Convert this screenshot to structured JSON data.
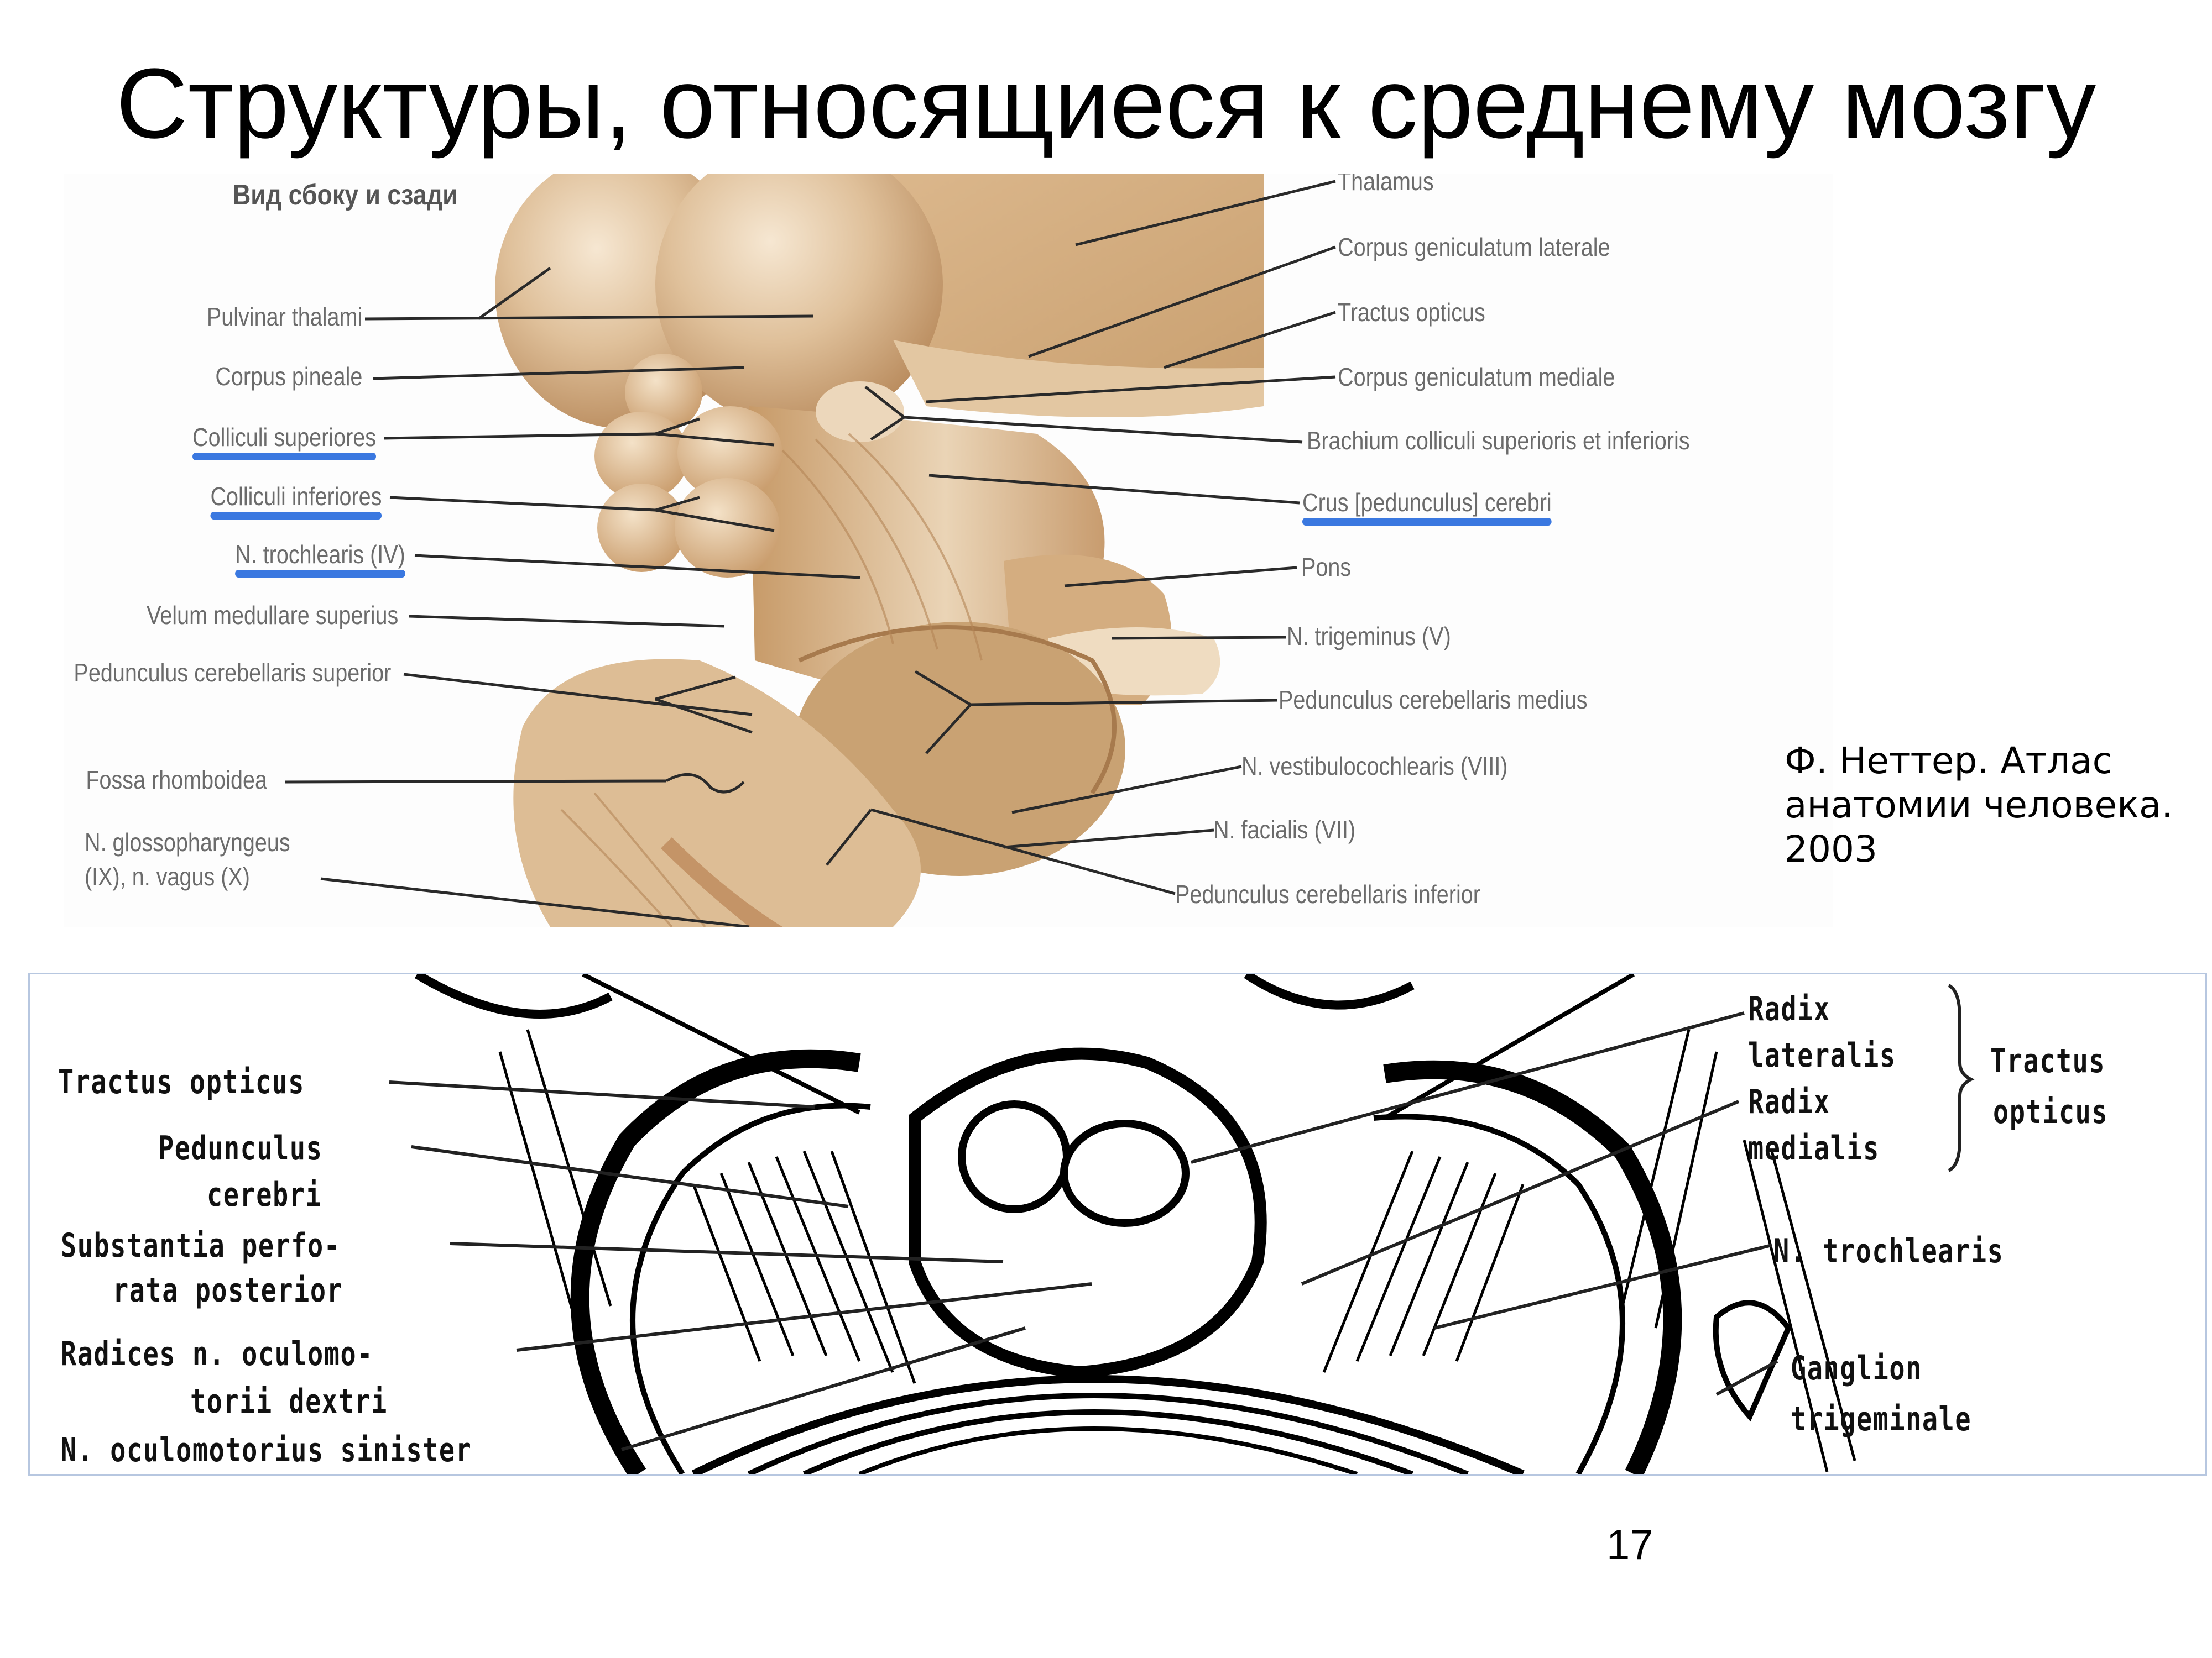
{
  "slide": {
    "title": "Структуры, относящиеся к среднему мозгу",
    "page_number": "17",
    "highlight_color": "#3a78e0"
  },
  "upper_figure": {
    "view_heading": "Вид сбоку и сзади",
    "left_labels": [
      {
        "text": "Pulvinar thalami",
        "highlighted": false
      },
      {
        "text": "Corpus pineale",
        "highlighted": false
      },
      {
        "text": "Colliculi superiores",
        "highlighted": true
      },
      {
        "text": "Colliculi inferiores",
        "highlighted": true
      },
      {
        "text": "N. trochlearis (IV)",
        "highlighted": true
      },
      {
        "text": "Velum medullare superius",
        "highlighted": false
      },
      {
        "text": "Pedunculus cerebellaris superior",
        "highlighted": false
      },
      {
        "text": "Fossa rhomboidea",
        "highlighted": false
      },
      {
        "text": "N. glossopharyngeus",
        "highlighted": false
      },
      {
        "text": "(IX), n. vagus (X)",
        "highlighted": false
      }
    ],
    "right_labels": [
      {
        "text": "Thalamus",
        "highlighted": false
      },
      {
        "text": "Corpus geniculatum laterale",
        "highlighted": false
      },
      {
        "text": "Tractus opticus",
        "highlighted": false
      },
      {
        "text": "Corpus geniculatum mediale",
        "highlighted": false
      },
      {
        "text": "Brachium colliculi superioris et inferioris",
        "highlighted": false
      },
      {
        "text": "Crus [pedunculus] cerebri",
        "highlighted": true
      },
      {
        "text": "Pons",
        "highlighted": false
      },
      {
        "text": "N. trigeminus (V)",
        "highlighted": false
      },
      {
        "text": "Pedunculus cerebellaris medius",
        "highlighted": false
      },
      {
        "text": "N. vestibulocochlearis (VIII)",
        "highlighted": false
      },
      {
        "text": "N. facialis (VII)",
        "highlighted": false
      },
      {
        "text": "Pedunculus cerebellaris inferior",
        "highlighted": false
      }
    ]
  },
  "source_caption": {
    "lines": [
      "Ф. Неттер. Атлас",
      "анатомии человека.",
      "2003"
    ]
  },
  "lower_figure": {
    "left_labels": [
      "Tractus opticus",
      "Pedunculus",
      "cerebri",
      "Substantia perfo-",
      "rata posterior",
      "Radices n. oculomo-",
      "torii dextri",
      "N. oculomotorius sinister"
    ],
    "right_labels": [
      "Radix",
      "lateralis",
      "Radix",
      "medialis",
      "Tractus",
      "opticus",
      "N. trochlearis",
      "Ganglion",
      "trigeminale"
    ]
  }
}
